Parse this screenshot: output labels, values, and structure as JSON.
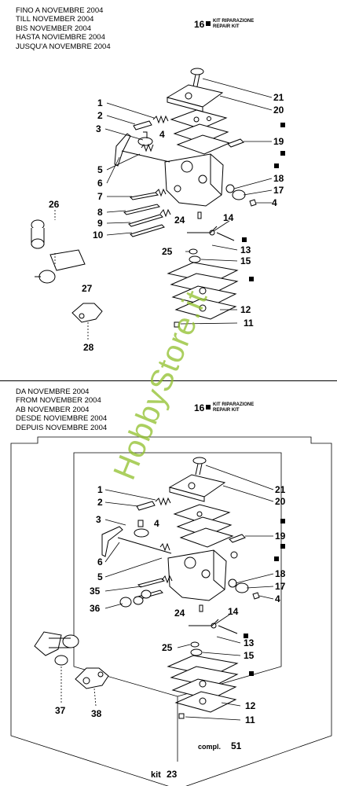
{
  "top_section": {
    "header_lines": [
      "FINO A NOVEMBRE 2004",
      "TILL NOVEMBER 2004",
      "BIS NOVEMBER 2004",
      "HASTA NOVIEMBRE 2004",
      "JUSQU'A NOVEMBRE 2004"
    ],
    "kit_number": "16",
    "kit_text": [
      "KIT RIPARAZIONE",
      "REPAIR KIT"
    ],
    "labels": [
      "1",
      "2",
      "3",
      "4",
      "5",
      "6",
      "7",
      "8",
      "9",
      "10",
      "11",
      "12",
      "13",
      "14",
      "15",
      "17",
      "18",
      "19",
      "20",
      "21",
      "24",
      "25",
      "26",
      "27",
      "28"
    ]
  },
  "bottom_section": {
    "header_lines": [
      "DA NOVEMBRE 2004",
      "FROM NOVEMBER 2004",
      "AB NOVEMBER 2004",
      "DESDE NOVIEMBRE 2004",
      "DEPUIS NOVEMBRE 2004"
    ],
    "kit_number": "16",
    "kit_text": [
      "KIT RIPARAZIONE",
      "REPAIR KIT"
    ],
    "labels": [
      "1",
      "2",
      "3",
      "4",
      "5",
      "6",
      "11",
      "12",
      "13",
      "14",
      "15",
      "17",
      "18",
      "19",
      "20",
      "21",
      "24",
      "25",
      "35",
      "36",
      "37",
      "38"
    ],
    "compl_label": "compl.",
    "compl_number": "51",
    "kit_label": "kit",
    "kit_total": "23"
  },
  "watermark": "HobbyStore.it"
}
